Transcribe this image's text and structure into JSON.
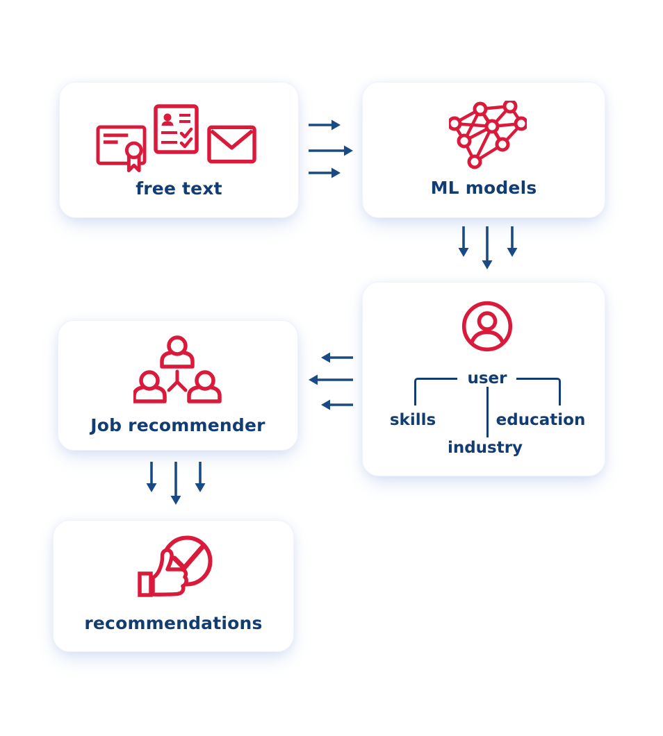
{
  "page": {
    "background": "#ffffff"
  },
  "colors": {
    "accent_red": "#da1a3b",
    "text_navy": "#123d73",
    "arrow_navy": "#1a4a85",
    "card_background": "#ffffff"
  },
  "boxes": {
    "free_text": {
      "label": "free text",
      "icons": [
        "certificate-icon",
        "resume-icon",
        "envelope-icon"
      ]
    },
    "ml_models": {
      "label": "ML models",
      "icons": [
        "neural-network-icon"
      ]
    },
    "user_profile": {
      "label": "user",
      "attributes": {
        "left": "skills",
        "bottom": "industry",
        "right": "education"
      },
      "icons": [
        "user-circle-icon"
      ]
    },
    "job_recommender": {
      "label": "Job recommender",
      "icons": [
        "people-network-icon"
      ]
    },
    "recommendations": {
      "label": "recommendations",
      "icons": [
        "thumbs-up-check-icon"
      ]
    }
  },
  "connections": [
    {
      "from": "free_text",
      "to": "ml_models",
      "direction": "right",
      "arrow_count": 3
    },
    {
      "from": "ml_models",
      "to": "user_profile",
      "direction": "down",
      "arrow_count": 3
    },
    {
      "from": "user_profile",
      "to": "job_recommender",
      "direction": "left",
      "arrow_count": 3
    },
    {
      "from": "job_recommender",
      "to": "recommendations",
      "direction": "down",
      "arrow_count": 3
    }
  ]
}
